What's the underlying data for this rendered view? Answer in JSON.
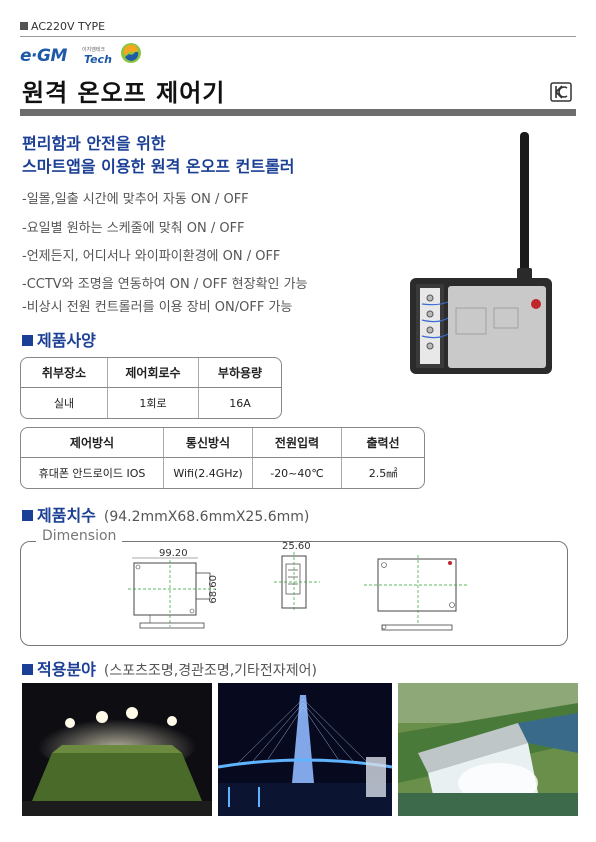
{
  "header": {
    "type_tag": "AC220V TYPE",
    "logo_main": "e·GM",
    "logo_sub": "이지엠테크",
    "logo_tech": "Tech",
    "title": "원격 온오프 제어기"
  },
  "intro": {
    "subtitle_1": "편리함과 안전을 위한",
    "subtitle_2": "스마트앱을 이용한 원격 온오프 컨트롤러",
    "features": [
      "-일몰,일출 시간에 맞추어 자동 ON / OFF",
      "-요일별 원하는 스케줄에 맞춰 ON / OFF",
      "-언제든지, 어디서나 와이파이환경에 ON / OFF",
      "-CCTV와 조명을 연동하여 ON / OFF 현장확인 가능",
      "-비상시 전원 컨트롤러를 이용 장비 ON/OFF 가능"
    ]
  },
  "specs": {
    "heading": "제품사양",
    "table1": {
      "headers": [
        "취부장소",
        "제어회로수",
        "부하용량"
      ],
      "values": [
        "실내",
        "1회로",
        "16A"
      ]
    },
    "table2": {
      "headers": [
        "제어방식",
        "통신방식",
        "전원입력",
        "출력선"
      ],
      "values": [
        "휴대폰 안드로이드 IOS",
        "Wifi(2.4GHz)",
        "-20~40℃",
        "2.5㎟"
      ]
    }
  },
  "dimensions": {
    "heading": "제품치수",
    "note": "(94.2mmX68.6mmX25.6mm)",
    "label": "Dimension",
    "width_label": "99.20",
    "height_label": "68.60",
    "depth_label": "25.60"
  },
  "application": {
    "heading": "적용분야",
    "note": "(스포츠조명,경관조명,기타전자제어)"
  },
  "colors": {
    "accent": "#1b3f94",
    "bar": "#6d6d6d"
  }
}
